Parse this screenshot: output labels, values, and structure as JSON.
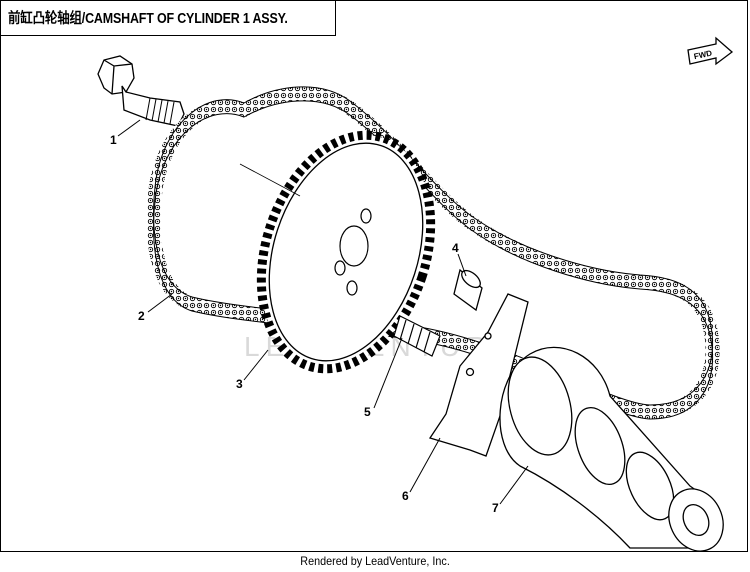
{
  "title": "前缸凸轮轴组/CAMSHAFT OF CYLINDER 1 ASSY.",
  "footer": "Rendered by LeadVenture, Inc.",
  "watermark": "LEADVENTURE",
  "fwd_label": "FWD",
  "callouts": [
    "1",
    "2",
    "3",
    "4",
    "5",
    "6",
    "7"
  ],
  "colors": {
    "ink": "#000000",
    "watermark": "#d9d9d9",
    "background": "#ffffff"
  }
}
